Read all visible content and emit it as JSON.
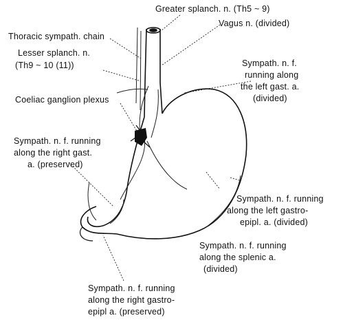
{
  "labels": {
    "greater_splanch": "Greater splanch. n. (Th5 ~ 9)",
    "vagus": "Vagus n. (divided)",
    "thoracic_chain": "Thoracic sympath. chain",
    "lesser_splanch_1": "Lesser splanch. n.",
    "lesser_splanch_2": "(Th9 ~ 10 (11))",
    "left_gast_1": "Sympath. n. f.",
    "left_gast_2": "running along",
    "left_gast_3": "the left gast. a.",
    "left_gast_4": "(divided)",
    "coeliac": "Coeliac ganglion plexus",
    "right_gast_1": "Sympath. n. f. running",
    "right_gast_2": "along the right gast.",
    "right_gast_3": "a. (preserved)",
    "left_gastroepipl_1": "Sympath. n. f. running",
    "left_gastroepipl_2": "along the left gastro-",
    "left_gastroepipl_3": "epipl. a. (divided)",
    "splenic_1": "Sympath. n. f. running",
    "splenic_2": "along the splenic a.",
    "splenic_3": "(divided)",
    "right_gastroepipl_1": "Sympath. n. f. running",
    "right_gastroepipl_2": "along the right gastro-",
    "right_gastroepipl_3": "epipl a. (preserved)"
  }
}
